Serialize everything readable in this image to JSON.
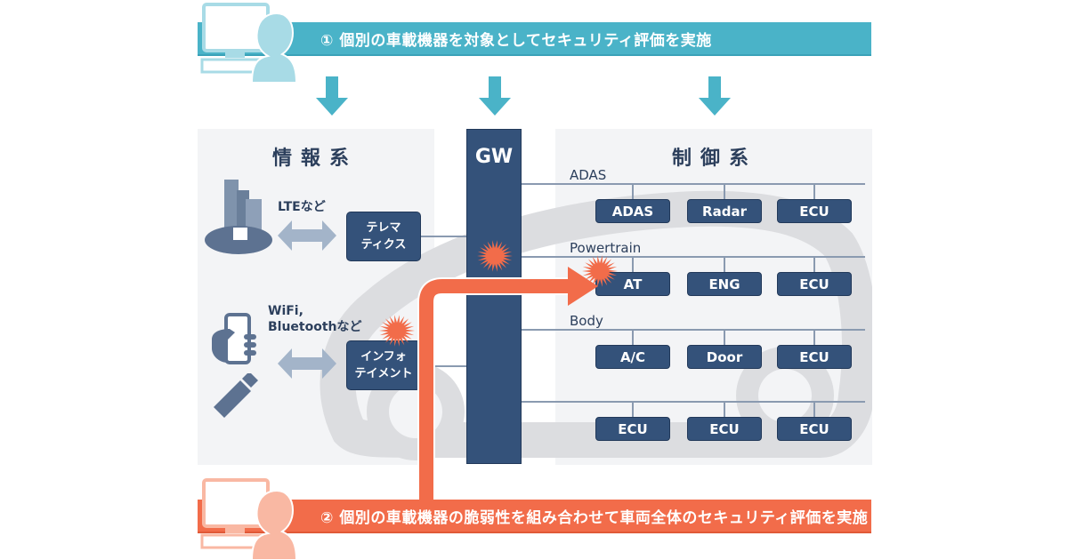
{
  "steps": [
    {
      "number": "①",
      "text": "個別の車載機器を対象としてセキュリティ評価を実施",
      "color": "#4ab3c8"
    },
    {
      "number": "②",
      "text": "個別の車載機器の脆弱性を組み合わせて車両全体のセキュリティ評価を実施",
      "color": "#f26c4a"
    }
  ],
  "info_system": {
    "title": "情報系",
    "channels": [
      {
        "label": "LTEなど",
        "icon": "city-cloud-icon",
        "module": [
          "テレマ",
          "ティクス"
        ]
      },
      {
        "label_lines": [
          "WiFi,",
          "Bluetoothなど"
        ],
        "icon": "smartphone-usb-icon",
        "module": [
          "インフォ",
          "テイメント"
        ]
      }
    ]
  },
  "gateway": {
    "label": "GW"
  },
  "control_system": {
    "title": "制御系",
    "buses": [
      {
        "name": "ADAS",
        "nodes": [
          "ADAS",
          "Radar",
          "ECU"
        ]
      },
      {
        "name": "Powertrain",
        "nodes": [
          "AT",
          "ENG",
          "ECU"
        ]
      },
      {
        "name": "Body",
        "nodes": [
          "A/C",
          "Door",
          "ECU"
        ]
      },
      {
        "name": "",
        "nodes": [
          "ECU",
          "ECU",
          "ECU"
        ]
      }
    ]
  },
  "colors": {
    "navy": "#34527a",
    "teal": "#4ab3c8",
    "orange": "#f26c4a",
    "panel": "#f3f4f6"
  }
}
